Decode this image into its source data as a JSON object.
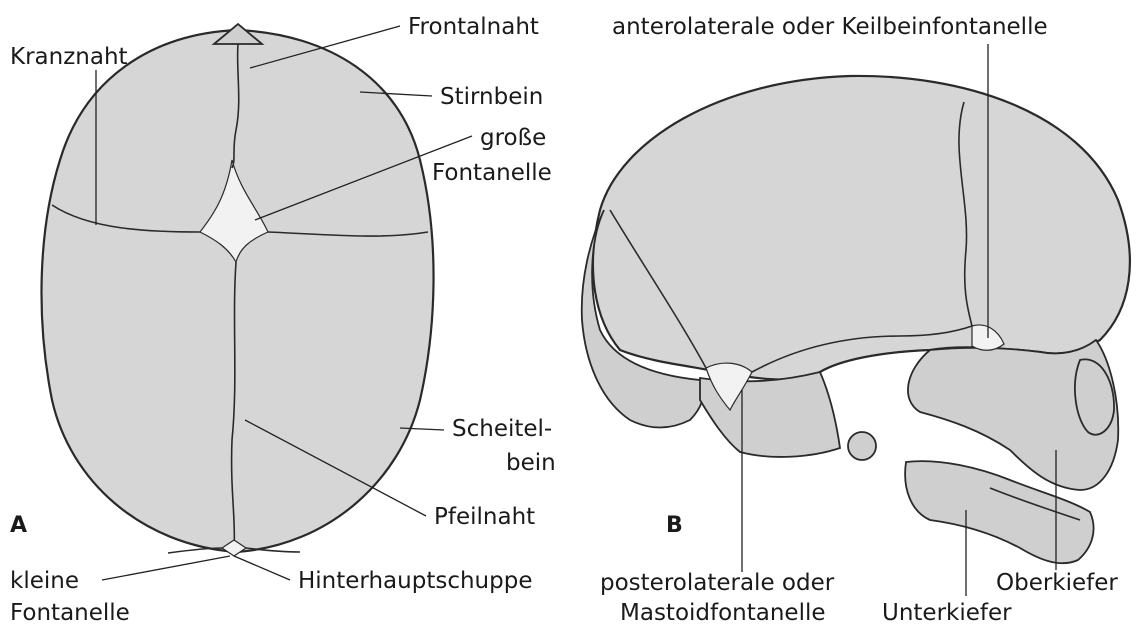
{
  "panels": {
    "a": "A",
    "b": "B"
  },
  "labels_a": {
    "frontalnaht": "Frontalnaht",
    "kranznaht": "Kranznaht",
    "stirnbein": "Stirnbein",
    "grosse_fontanelle_1": "große",
    "grosse_fontanelle_2": "Fontanelle",
    "scheitelbein_1": "Scheitel-",
    "scheitelbein_2": "bein",
    "pfeilnaht": "Pfeilnaht",
    "kleine_fontanelle_1": "kleine",
    "kleine_fontanelle_2": "Fontanelle",
    "hinterhauptschuppe": "Hinterhauptschuppe"
  },
  "labels_b": {
    "keilbeinfontanelle": "anterolaterale oder Keilbeinfontanelle",
    "mastoid_1": "posterolaterale oder",
    "mastoid_2": "Mastoidfontanelle",
    "unterkiefer": "Unterkiefer",
    "oberkiefer": "Oberkiefer"
  }
}
